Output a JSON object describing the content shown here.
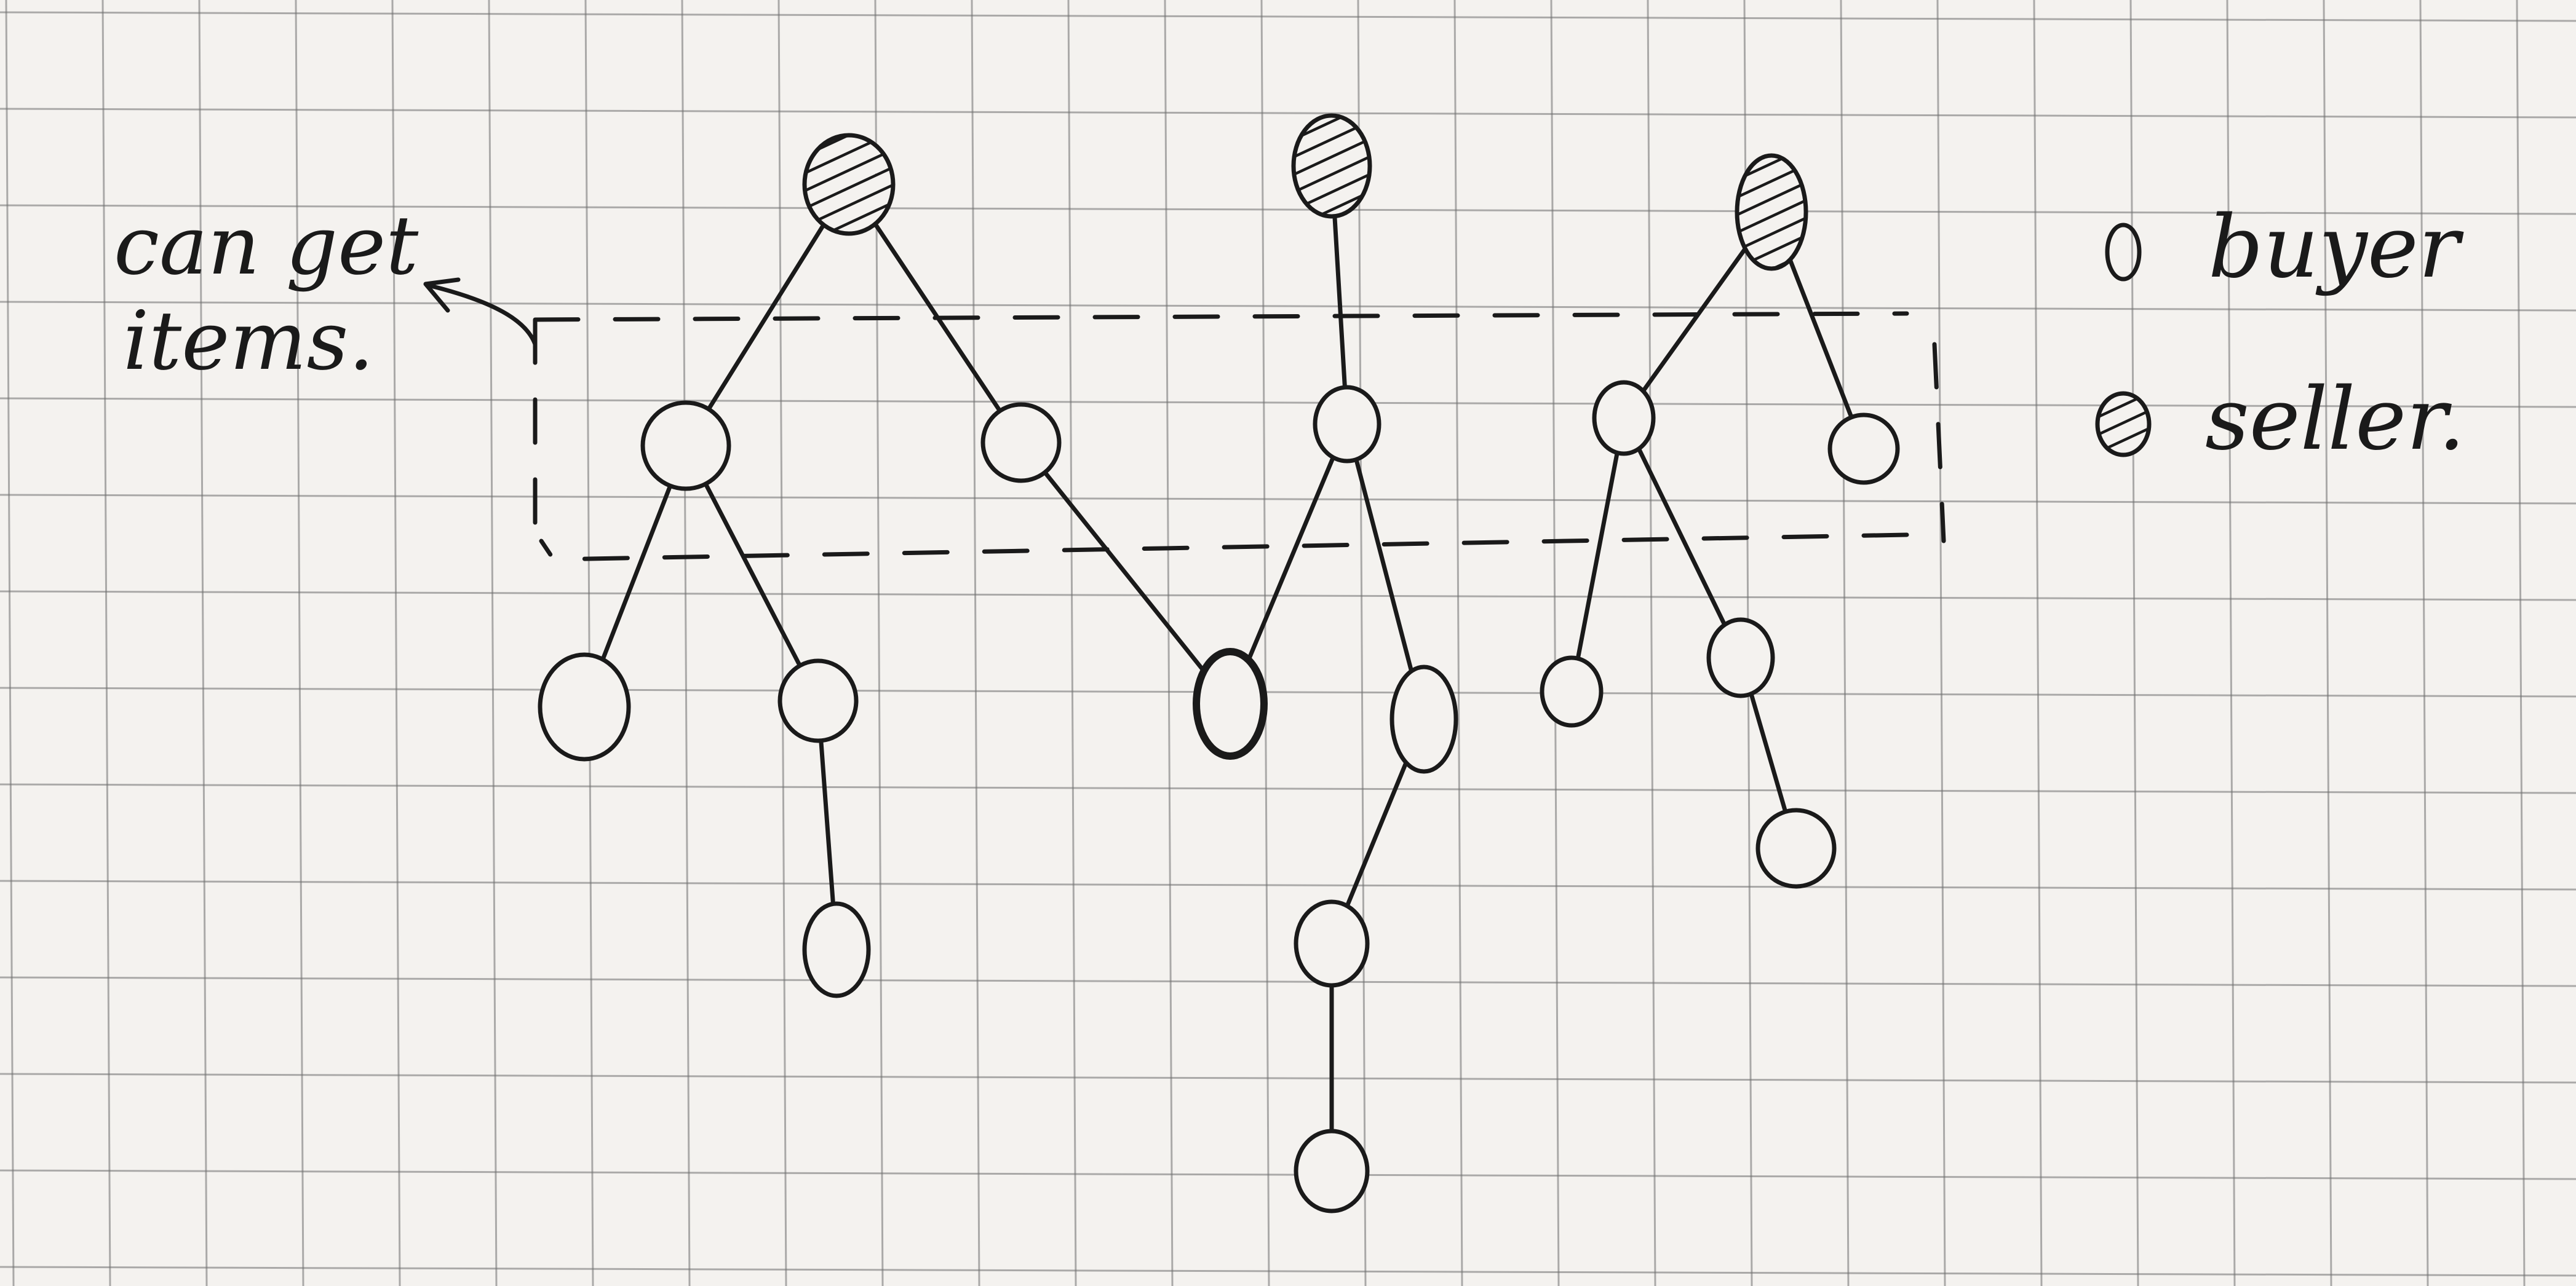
{
  "annotation": {
    "line1": "can get",
    "line2": "items."
  },
  "legend": {
    "buyer_label": "buyer",
    "seller_label": "seller."
  },
  "diagram": {
    "nodes": [
      {
        "id": "S1",
        "role": "seller"
      },
      {
        "id": "S2",
        "role": "seller"
      },
      {
        "id": "S3",
        "role": "seller"
      },
      {
        "id": "B1",
        "role": "buyer"
      },
      {
        "id": "B2",
        "role": "buyer"
      },
      {
        "id": "B3",
        "role": "buyer"
      },
      {
        "id": "B4",
        "role": "buyer"
      },
      {
        "id": "B5",
        "role": "buyer"
      },
      {
        "id": "C1",
        "role": "buyer"
      },
      {
        "id": "C2",
        "role": "buyer"
      },
      {
        "id": "C3",
        "role": "buyer"
      },
      {
        "id": "C4",
        "role": "buyer"
      },
      {
        "id": "C5",
        "role": "buyer"
      },
      {
        "id": "C6",
        "role": "buyer"
      },
      {
        "id": "D1",
        "role": "buyer"
      },
      {
        "id": "D2",
        "role": "buyer"
      },
      {
        "id": "D3",
        "role": "buyer"
      },
      {
        "id": "E1",
        "role": "buyer"
      }
    ],
    "edges": [
      [
        "S1",
        "B1"
      ],
      [
        "S1",
        "B2"
      ],
      [
        "S2",
        "B3"
      ],
      [
        "S3",
        "B4"
      ],
      [
        "S3",
        "B5"
      ],
      [
        "B1",
        "C1"
      ],
      [
        "B1",
        "C2"
      ],
      [
        "B2",
        "C3"
      ],
      [
        "B3",
        "C3"
      ],
      [
        "B3",
        "C4"
      ],
      [
        "B4",
        "C5"
      ],
      [
        "B4",
        "C6"
      ],
      [
        "C2",
        "D1"
      ],
      [
        "C4",
        "D2"
      ],
      [
        "C6",
        "D3"
      ],
      [
        "D2",
        "E1"
      ]
    ],
    "colors": {
      "ink": "#1a1a1a",
      "paper": "#f4f2ef",
      "grid": "#6f6f6f"
    }
  }
}
